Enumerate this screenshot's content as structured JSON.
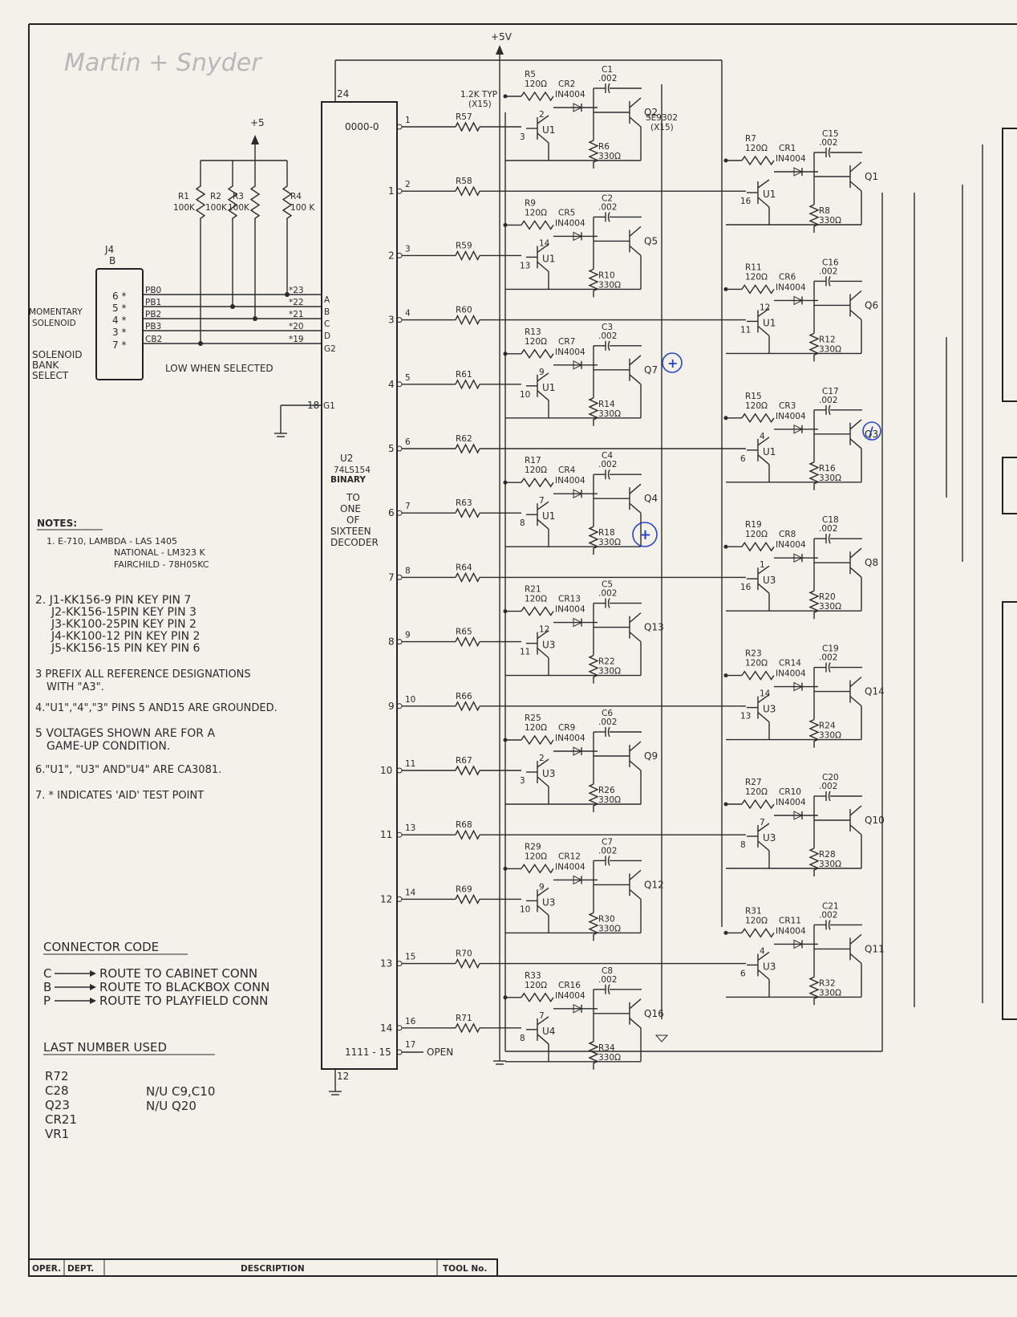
{
  "power": {
    "vcc": "+5V",
    "pullup_vcc": "+5"
  },
  "pencil_note": "Martin + Snyder",
  "decoder": {
    "ref": "U2",
    "part": "74LS154",
    "type": "BINARY",
    "desc": [
      "TO",
      "ONE",
      "OF",
      "SIXTEEN",
      "DECODER"
    ],
    "vcc_pin": "24",
    "gnd_pin": "12",
    "g1_pin": "18",
    "g1_label": "G1",
    "first_output": "0000-0",
    "last_output": "1111 - 15",
    "last_pin": "17",
    "last_state": "OPEN",
    "inputs": [
      {
        "pin": "23",
        "label": "A",
        "test": "*23"
      },
      {
        "pin": "22",
        "label": "B",
        "test": "*22"
      },
      {
        "pin": "21",
        "label": "C",
        "test": "*21"
      },
      {
        "pin": "20",
        "label": "D",
        "test": "*20"
      },
      {
        "pin": "19",
        "label": "G2",
        "test": "*19"
      }
    ],
    "outputs": [
      {
        "n": "0",
        "pin": "1"
      },
      {
        "n": "1",
        "pin": "2"
      },
      {
        "n": "2",
        "pin": "3"
      },
      {
        "n": "3",
        "pin": "4"
      },
      {
        "n": "4",
        "pin": "5"
      },
      {
        "n": "5",
        "pin": "6"
      },
      {
        "n": "6",
        "pin": "7"
      },
      {
        "n": "7",
        "pin": "8"
      },
      {
        "n": "8",
        "pin": "9"
      },
      {
        "n": "9",
        "pin": "10"
      },
      {
        "n": "10",
        "pin": "11"
      },
      {
        "n": "11",
        "pin": "13"
      },
      {
        "n": "12",
        "pin": "14"
      },
      {
        "n": "13",
        "pin": "15"
      },
      {
        "n": "14",
        "pin": "16"
      }
    ]
  },
  "connector": {
    "ref": "J4",
    "sub": "B",
    "pins": [
      "6 *",
      "5 *",
      "4 *",
      "3 *",
      "7 *"
    ],
    "nets": [
      "PB0",
      "PB1",
      "PB2",
      "PB3",
      "CB2"
    ],
    "momentary": [
      "MOMENTARY",
      "SOLENOID"
    ],
    "bank": [
      "SOLENOID",
      "BANK",
      "SELECT"
    ],
    "low_note": "LOW WHEN SELECTED"
  },
  "pullups": [
    {
      "ref": "R1",
      "val": "100K"
    },
    {
      "ref": "R2",
      "val": "100K"
    },
    {
      "ref": "R3",
      "val": "100K"
    },
    {
      "ref": "R4",
      "val": "100 K"
    }
  ],
  "series_resistors": [
    "R57",
    "R58",
    "R59",
    "R60",
    "R61",
    "R62",
    "R63",
    "R64",
    "R65",
    "R66",
    "R67",
    "R68",
    "R69",
    "R70",
    "R71"
  ],
  "series_note": [
    "1.2K TYP",
    "(X15)"
  ],
  "drivers_left": [
    {
      "r": "R5",
      "cr": "CR2",
      "c": "C1",
      "q": "Q2",
      "re": "R6",
      "u": "U1",
      "p1": "2",
      "p2": "3",
      "extra": [
        "SE9302",
        "(X15)"
      ]
    },
    {
      "r": "R9",
      "cr": "CR5",
      "c": "C2",
      "q": "Q5",
      "re": "R10",
      "u": "U1",
      "p1": "14",
      "p2": "13"
    },
    {
      "r": "R13",
      "cr": "CR7",
      "c": "C3",
      "q": "Q7",
      "re": "R14",
      "u": "U1",
      "p1": "9",
      "p2": "10"
    },
    {
      "r": "R17",
      "cr": "CR4",
      "c": "C4",
      "q": "Q4",
      "re": "R18",
      "u": "U1",
      "p1": "7",
      "p2": "8"
    },
    {
      "r": "R21",
      "cr": "CR13",
      "c": "C5",
      "q": "Q13",
      "re": "R22",
      "u": "U3",
      "p1": "12",
      "p2": "11"
    },
    {
      "r": "R25",
      "cr": "CR9",
      "c": "C6",
      "q": "Q9",
      "re": "R26",
      "u": "U3",
      "p1": "2",
      "p2": "3"
    },
    {
      "r": "R29",
      "cr": "CR12",
      "c": "C7",
      "q": "Q12",
      "re": "R30",
      "u": "U3",
      "p1": "9",
      "p2": "10"
    },
    {
      "r": "R33",
      "cr": "CR16",
      "c": "C8",
      "q": "Q16",
      "re": "R34",
      "u": "U4",
      "p1": "7",
      "p2": "8"
    }
  ],
  "drivers_right": [
    {
      "r": "R7",
      "cr": "CR1",
      "c": "C15",
      "q": "Q1",
      "re": "R8",
      "u": "U1",
      "p1": "",
      "p2": "16"
    },
    {
      "r": "R11",
      "cr": "CR6",
      "c": "C16",
      "q": "Q6",
      "re": "R12",
      "u": "U1",
      "p1": "12",
      "p2": "11"
    },
    {
      "r": "R15",
      "cr": "CR3",
      "c": "C17",
      "q": "Q3",
      "re": "R16",
      "u": "U1",
      "p1": "4",
      "p2": "6"
    },
    {
      "r": "R19",
      "cr": "CR8",
      "c": "C18",
      "q": "Q8",
      "re": "R20",
      "u": "U3",
      "p1": "1",
      "p2": "16"
    },
    {
      "r": "R23",
      "cr": "CR14",
      "c": "C19",
      "q": "Q14",
      "re": "R24",
      "u": "U3",
      "p1": "14",
      "p2": "13"
    },
    {
      "r": "R27",
      "cr": "CR10",
      "c": "C20",
      "q": "Q10",
      "re": "R28",
      "u": "U3",
      "p1": "7",
      "p2": "8"
    },
    {
      "r": "R31",
      "cr": "CR11",
      "c": "C21",
      "q": "Q11",
      "re": "R32",
      "u": "U3",
      "p1": "4",
      "p2": "6"
    }
  ],
  "values": {
    "r_base": "120Ω",
    "diode": "IN4004",
    "cap": ".002",
    "r_emit": "330Ω"
  },
  "notes": {
    "title": "NOTES:",
    "items": [
      "1. E-710, LAMBDA - LAS 1405",
      "NATIONAL - LM323 K",
      "FAIRCHILD - 78H05KC",
      "2. J1-KK156-9 PIN KEY PIN 7",
      "J2-KK156-15PIN KEY PIN 3",
      "J3-KK100-25PIN KEY PIN 2",
      "J4-KK100-12 PIN KEY PIN 2",
      "J5-KK156-15 PIN KEY PIN 6",
      "3 PREFIX ALL REFERENCE DESIGNATIONS",
      "WITH \"A3\".",
      "4.\"U1\",\"4\",\"3\" PINS 5 AND15 ARE GROUNDED.",
      "5 VOLTAGES SHOWN ARE FOR A",
      "GAME-UP CONDITION.",
      "6.\"U1\", \"U3\" AND\"U4\" ARE CA3081.",
      "7.  *  INDICATES 'AID' TEST POINT"
    ]
  },
  "connector_code": {
    "title": "CONNECTOR CODE",
    "items": [
      {
        "k": "C",
        "v": "ROUTE TO CABINET CONN"
      },
      {
        "k": "B",
        "v": "ROUTE TO BLACKBOX CONN"
      },
      {
        "k": "P",
        "v": "ROUTE TO PLAYFIELD CONN"
      }
    ]
  },
  "last_used": {
    "title": "LAST NUMBER USED",
    "items": [
      "R72",
      "C28",
      "Q23",
      "CR21",
      "VR1"
    ],
    "unused": [
      "N/U C9,C10",
      "N/U Q20"
    ]
  },
  "title_block": {
    "oper": "OPER.",
    "dept": "DEPT.",
    "desc": "DESCRIPTION",
    "tool": "TOOL No."
  },
  "annotations": {
    "plus": "+",
    "slash": "/"
  }
}
